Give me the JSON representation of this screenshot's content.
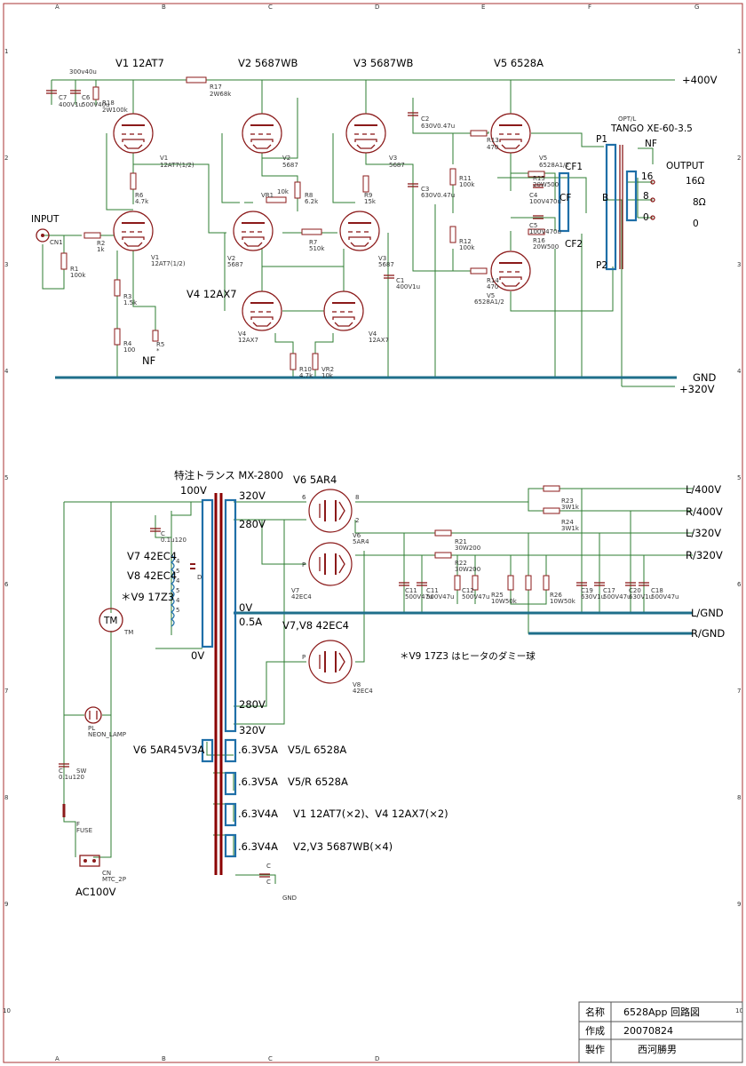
{
  "grid": {
    "cols": [
      "A",
      "B",
      "C",
      "D",
      "E",
      "F",
      "G"
    ],
    "rows": [
      "1",
      "2",
      "3",
      "4",
      "5",
      "6",
      "7",
      "8",
      "9",
      "10"
    ]
  },
  "labels": {
    "v1_title": "V1 12AT7",
    "v2_title": "V2 5687WB",
    "v3_title": "V3 5687WB",
    "v5_title": "V5 6528A",
    "v4_title": "V4 12AX7",
    "b400": "+400V",
    "gnd": "GND",
    "b320": "+320V",
    "input": "INPUT",
    "nf": "NF",
    "output": "OUTPUT",
    "opt": "OPT/L",
    "opt_model": "TANGO XE-60-3.5",
    "nf2": "NF",
    "tap16": "16Ω",
    "tap8": "8Ω",
    "tap0": "0",
    "o16": "16",
    "o8": "8",
    "o0": "0",
    "p1": "P1",
    "p2": "P2",
    "b": "B",
    "cf": "CF",
    "cf1": "CF1",
    "cf2": "CF2",
    "trans": "特注トランス  MX-2800",
    "v100": "100V",
    "v0v": "0V",
    "s320a": "320V",
    "s280a": "280V",
    "s0v": "0V",
    "s05a": "0.5A",
    "s280b": "280V",
    "s320b": "320V",
    "v6_title": "V6 5AR4",
    "v78_title": "V7,V8 42EC4",
    "v9note": "＊V9  17Z3  はヒータのダミー球",
    "h_v6": "V6 5AR4",
    "h_5v3a": "5V3A",
    "h1": ".6.3V5A",
    "h1d": "V5/L 6528A",
    "h2": ".6.3V5A",
    "h2d": "V5/R 6528A",
    "h3": ".6.3V4A",
    "h3d": "V1 12AT7(×2)、V4 12AX7(×2)",
    "h4": ".6.3V4A",
    "h4d": "V2,V3 5687WB(×4)",
    "v7s": "V7   42EC4",
    "v8s": "V8   42EC4",
    "v9s": "＊V9   17Z3",
    "ac100": "AC100V",
    "l400": "L/400V",
    "r400": "R/400V",
    "l320": "L/320V",
    "r320": "R/320V",
    "lgnd": "L/GND",
    "rgnd": "R/GND",
    "tm": "TM"
  },
  "parts": [
    {
      "t": "300v40u"
    },
    {
      "t": "C7"
    },
    {
      "t": "400V1u"
    },
    {
      "t": "C6"
    },
    {
      "t": "500V40u"
    },
    {
      "t": "R18"
    },
    {
      "t": "2W100k"
    },
    {
      "t": "R17"
    },
    {
      "t": "2W68k"
    },
    {
      "t": "C2"
    },
    {
      "t": "630V0.47u"
    },
    {
      "t": "R13"
    },
    {
      "t": "470"
    },
    {
      "t": "V1"
    },
    {
      "t": "12AT7(1/2)"
    },
    {
      "t": "V2"
    },
    {
      "t": "5687"
    },
    {
      "t": "V3"
    },
    {
      "t": "5687"
    },
    {
      "t": "V5"
    },
    {
      "t": "6528A1/2"
    },
    {
      "t": "R15"
    },
    {
      "t": "20W500"
    },
    {
      "t": "C4"
    },
    {
      "t": "100V470u"
    },
    {
      "t": "R6"
    },
    {
      "t": "4.7k"
    },
    {
      "t": "VR1"
    },
    {
      "t": "10k"
    },
    {
      "t": "R8"
    },
    {
      "t": "6.2k"
    },
    {
      "t": "R9"
    },
    {
      "t": "15k"
    },
    {
      "t": "R11"
    },
    {
      "t": "100k"
    },
    {
      "t": "C3"
    },
    {
      "t": "630V0.47u"
    },
    {
      "t": "C5"
    },
    {
      "t": "100V470u"
    },
    {
      "t": "R16"
    },
    {
      "t": "20W500"
    },
    {
      "t": "CN1"
    },
    {
      "t": "R2"
    },
    {
      "t": "1k"
    },
    {
      "t": "V1"
    },
    {
      "t": "12AT7(1/2)"
    },
    {
      "t": "V2"
    },
    {
      "t": "5687"
    },
    {
      "t": "R7"
    },
    {
      "t": "510k"
    },
    {
      "t": "V3"
    },
    {
      "t": "5687"
    },
    {
      "t": "C1"
    },
    {
      "t": "400V1u"
    },
    {
      "t": "R12"
    },
    {
      "t": "100k"
    },
    {
      "t": "R14"
    },
    {
      "t": "470"
    },
    {
      "t": "V5"
    },
    {
      "t": "6528A1/2"
    },
    {
      "t": "R1"
    },
    {
      "t": "100k"
    },
    {
      "t": "R3"
    },
    {
      "t": "1.5k"
    },
    {
      "t": "R4"
    },
    {
      "t": "100"
    },
    {
      "t": "R5"
    },
    {
      "t": "*"
    },
    {
      "t": "V4"
    },
    {
      "t": "12AX7"
    },
    {
      "t": "V4"
    },
    {
      "t": "12AX7"
    },
    {
      "t": "R10"
    },
    {
      "t": "4.7k"
    },
    {
      "t": "VR2"
    },
    {
      "t": "10k"
    },
    {
      "t": "C"
    },
    {
      "t": "0.1u120"
    },
    {
      "t": "D"
    },
    {
      "t": "V6"
    },
    {
      "t": "5AR4"
    },
    {
      "t": "V7"
    },
    {
      "t": "42EC4"
    },
    {
      "t": "R23"
    },
    {
      "t": "3W1k"
    },
    {
      "t": "R24"
    },
    {
      "t": "3W1k"
    },
    {
      "t": "R21"
    },
    {
      "t": "30W200"
    },
    {
      "t": "R22"
    },
    {
      "t": "30W200"
    },
    {
      "t": "C11"
    },
    {
      "t": "500V47u"
    },
    {
      "t": "C11"
    },
    {
      "t": "500V47u"
    },
    {
      "t": "C12"
    },
    {
      "t": "500V47u"
    },
    {
      "t": "R25"
    },
    {
      "t": "10W50k"
    },
    {
      "t": "R26"
    },
    {
      "t": "10W50k"
    },
    {
      "t": "C19"
    },
    {
      "t": "630V1u"
    },
    {
      "t": "C17"
    },
    {
      "t": "500V47u"
    },
    {
      "t": "C20"
    },
    {
      "t": "630V1u"
    },
    {
      "t": "C18"
    },
    {
      "t": "500V47u"
    },
    {
      "t": "V8"
    },
    {
      "t": "42EC4"
    },
    {
      "t": "PL"
    },
    {
      "t": "NEON_LAMP"
    },
    {
      "t": "C"
    },
    {
      "t": "0.1u120"
    },
    {
      "t": "SW"
    },
    {
      "t": "F"
    },
    {
      "t": "FUSE"
    },
    {
      "t": "CN"
    },
    {
      "t": "MTC_2P"
    },
    {
      "t": "C"
    },
    {
      "t": "C"
    },
    {
      "t": "GND"
    },
    {
      "t": "TM"
    },
    {
      "t": "4"
    },
    {
      "t": "5"
    },
    {
      "t": "4"
    },
    {
      "t": "5"
    },
    {
      "t": "4"
    },
    {
      "t": "5"
    },
    {
      "t": "6"
    },
    {
      "t": "8"
    },
    {
      "t": "2"
    },
    {
      "t": "P"
    },
    {
      "t": "P"
    }
  ],
  "title_block": {
    "name_k": "名称",
    "name_v": "6528App 回路図",
    "date_k": "作成",
    "date_v": "20070824",
    "author_k": "製作",
    "author_v": "西河勝男"
  }
}
